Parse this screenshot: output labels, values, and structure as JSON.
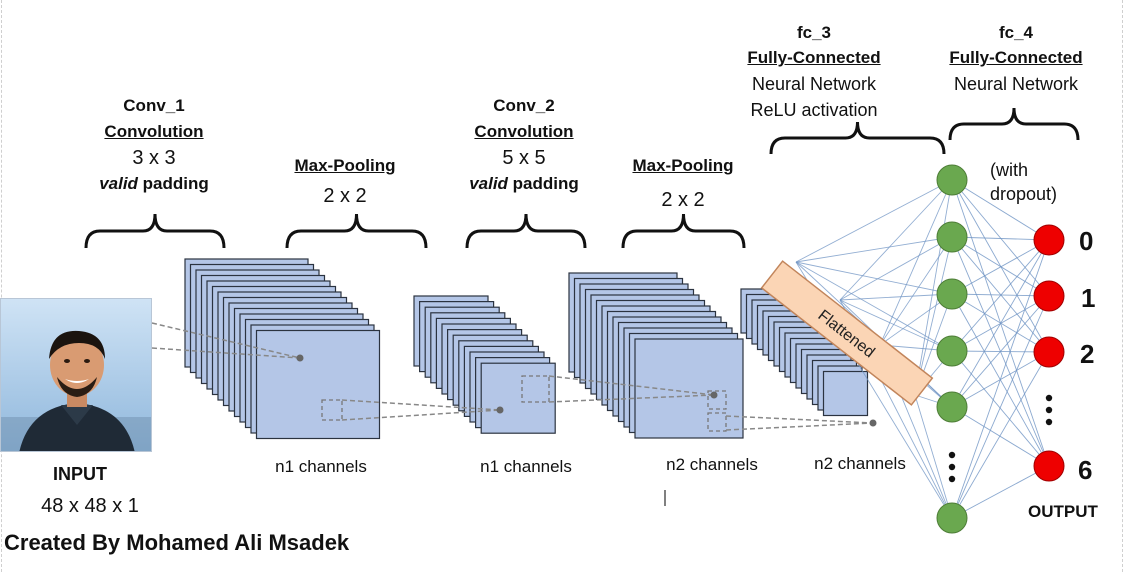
{
  "conv1": {
    "name": "Conv_1",
    "type": "Convolution",
    "kernel": "3 x 3",
    "padding_word": "valid",
    "padding_rest": " padding"
  },
  "pool1": {
    "type": "Max-Pooling",
    "size": "2 x 2"
  },
  "conv2": {
    "name": "Conv_2",
    "type": "Convolution",
    "kernel": "5 x 5",
    "padding_word": "valid",
    "padding_rest": " padding"
  },
  "pool2": {
    "type": "Max-Pooling",
    "size": "2 x 2"
  },
  "fc3": {
    "name": "fc_3",
    "type": "Fully-Connected",
    "line1": "Neural Network",
    "line2": "ReLU activation"
  },
  "fc4": {
    "name": "fc_4",
    "type": "Fully-Connected",
    "line1": "Neural Network"
  },
  "dropout_note": {
    "line1": "(with",
    "line2": "dropout)"
  },
  "flatten_label": "Flattened",
  "input": {
    "label": "INPUT",
    "shape": "48 x 48 x 1"
  },
  "channels": [
    "n1 channels",
    "n1 channels",
    "n2 channels",
    "n2 channels"
  ],
  "outputs": [
    "0",
    "1",
    "2",
    "6"
  ],
  "output_label": "OUTPUT",
  "credit": "Created By Mohamed Ali Msadek",
  "colors": {
    "feature_map": "#b4c6e7",
    "feature_edge": "#2b3340",
    "hidden_node": "#6aa84f",
    "output_node": "#ee0000",
    "flatten_fill": "#fbd5b5",
    "flatten_edge": "#c2855b",
    "connection": "#6f94c4"
  }
}
